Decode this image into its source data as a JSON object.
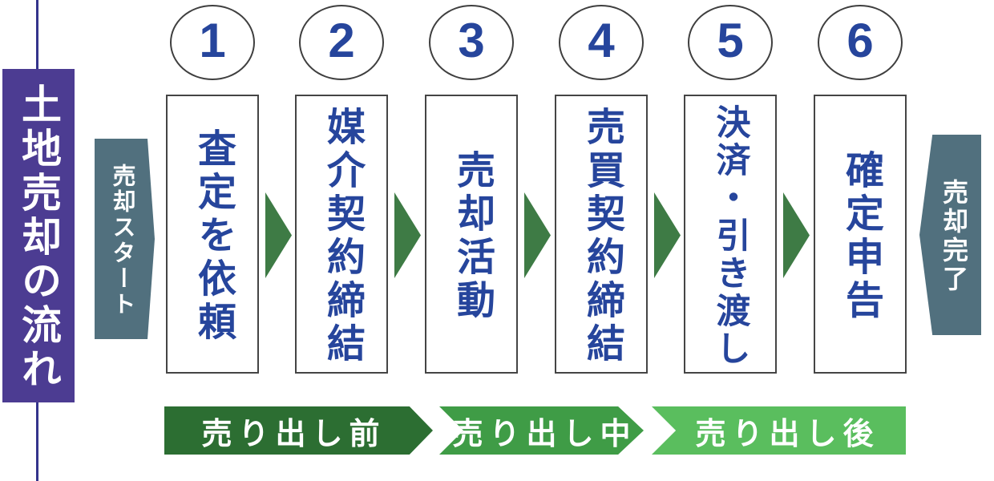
{
  "title": "土地売却の流れ",
  "start_label": "売却スタート",
  "end_label": "売却完了",
  "steps": [
    {
      "number": "1",
      "label": "査定を依頼"
    },
    {
      "number": "2",
      "label": "媒介契約締結"
    },
    {
      "number": "3",
      "label": "売却活動"
    },
    {
      "number": "4",
      "label": "売買契約締結"
    },
    {
      "number": "5",
      "label": "決済・引き渡し"
    },
    {
      "number": "6",
      "label": "確定申告"
    }
  ],
  "phases": [
    {
      "label": "売り出し前",
      "color": "#2C6E32"
    },
    {
      "label": "売り出し中",
      "color": "#3F9C46"
    },
    {
      "label": "売り出し後",
      "color": "#5ABE5E"
    }
  ],
  "colors": {
    "purple": "#4C3C92",
    "guide-line": "#34348C",
    "slate": "#51707E",
    "step-text-blue": "#26459C",
    "connector-green": "#3E7B45",
    "phase-before": "#2C6E32",
    "phase-during": "#3F9C46",
    "phase-after": "#5ABE5E",
    "box-border": "#454545"
  }
}
